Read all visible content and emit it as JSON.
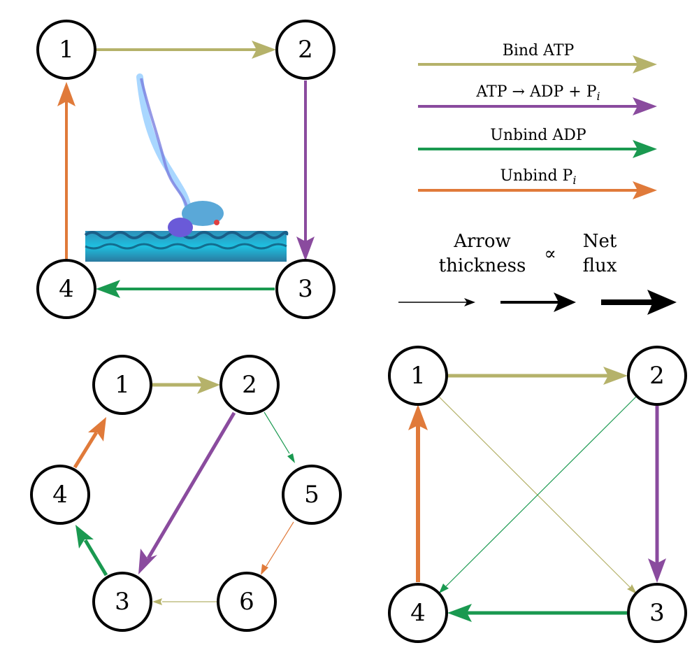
{
  "colors": {
    "bind_atp": "#b5b26a",
    "hydrolysis": "#8a4b9e",
    "unbind_adp": "#1a9950",
    "unbind_pi": "#e07a3a",
    "node_stroke": "#000000",
    "black": "#000000"
  },
  "legend": {
    "bind_atp": "Bind ATP",
    "hydrolysis_left": "ATP",
    "hydrolysis_arrow": "→",
    "hydrolysis_right": "ADP + P",
    "hydrolysis_sub": "i",
    "unbind_adp": "Unbind ADP",
    "unbind_pi": "Unbind P",
    "unbind_pi_sub": "i"
  },
  "flux_legend": {
    "arrow_label_1": "Arrow",
    "arrow_label_2": "thickness",
    "proportional": "∝",
    "net_label_1": "Net",
    "net_label_2": "flux"
  },
  "diagrams": {
    "top_left": {
      "nodes": [
        "1",
        "2",
        "3",
        "4"
      ],
      "edges": [
        {
          "from": "1",
          "to": "2",
          "type": "bind_atp"
        },
        {
          "from": "2",
          "to": "3",
          "type": "hydrolysis"
        },
        {
          "from": "3",
          "to": "4",
          "type": "unbind_adp"
        },
        {
          "from": "4",
          "to": "1",
          "type": "unbind_pi"
        }
      ],
      "inset": "myosin-actin-structure-image"
    },
    "bottom_left": {
      "nodes": [
        "1",
        "2",
        "3",
        "4",
        "5",
        "6"
      ],
      "edges": [
        {
          "from": "1",
          "to": "2",
          "type": "bind_atp"
        },
        {
          "from": "2",
          "to": "3",
          "type": "hydrolysis"
        },
        {
          "from": "3",
          "to": "4",
          "type": "unbind_adp"
        },
        {
          "from": "4",
          "to": "1",
          "type": "unbind_pi"
        },
        {
          "from": "2",
          "to": "5",
          "type": "unbind_adp"
        },
        {
          "from": "5",
          "to": "6",
          "type": "unbind_pi"
        },
        {
          "from": "6",
          "to": "3",
          "type": "bind_atp"
        }
      ]
    },
    "bottom_right": {
      "nodes": [
        "1",
        "2",
        "3",
        "4"
      ],
      "edges": [
        {
          "from": "1",
          "to": "2",
          "type": "bind_atp"
        },
        {
          "from": "2",
          "to": "3",
          "type": "hydrolysis"
        },
        {
          "from": "3",
          "to": "4",
          "type": "unbind_adp"
        },
        {
          "from": "4",
          "to": "1",
          "type": "unbind_pi"
        },
        {
          "from": "1",
          "to": "3",
          "type": "bind_atp"
        },
        {
          "from": "2",
          "to": "4",
          "type": "unbind_adp"
        }
      ]
    }
  }
}
